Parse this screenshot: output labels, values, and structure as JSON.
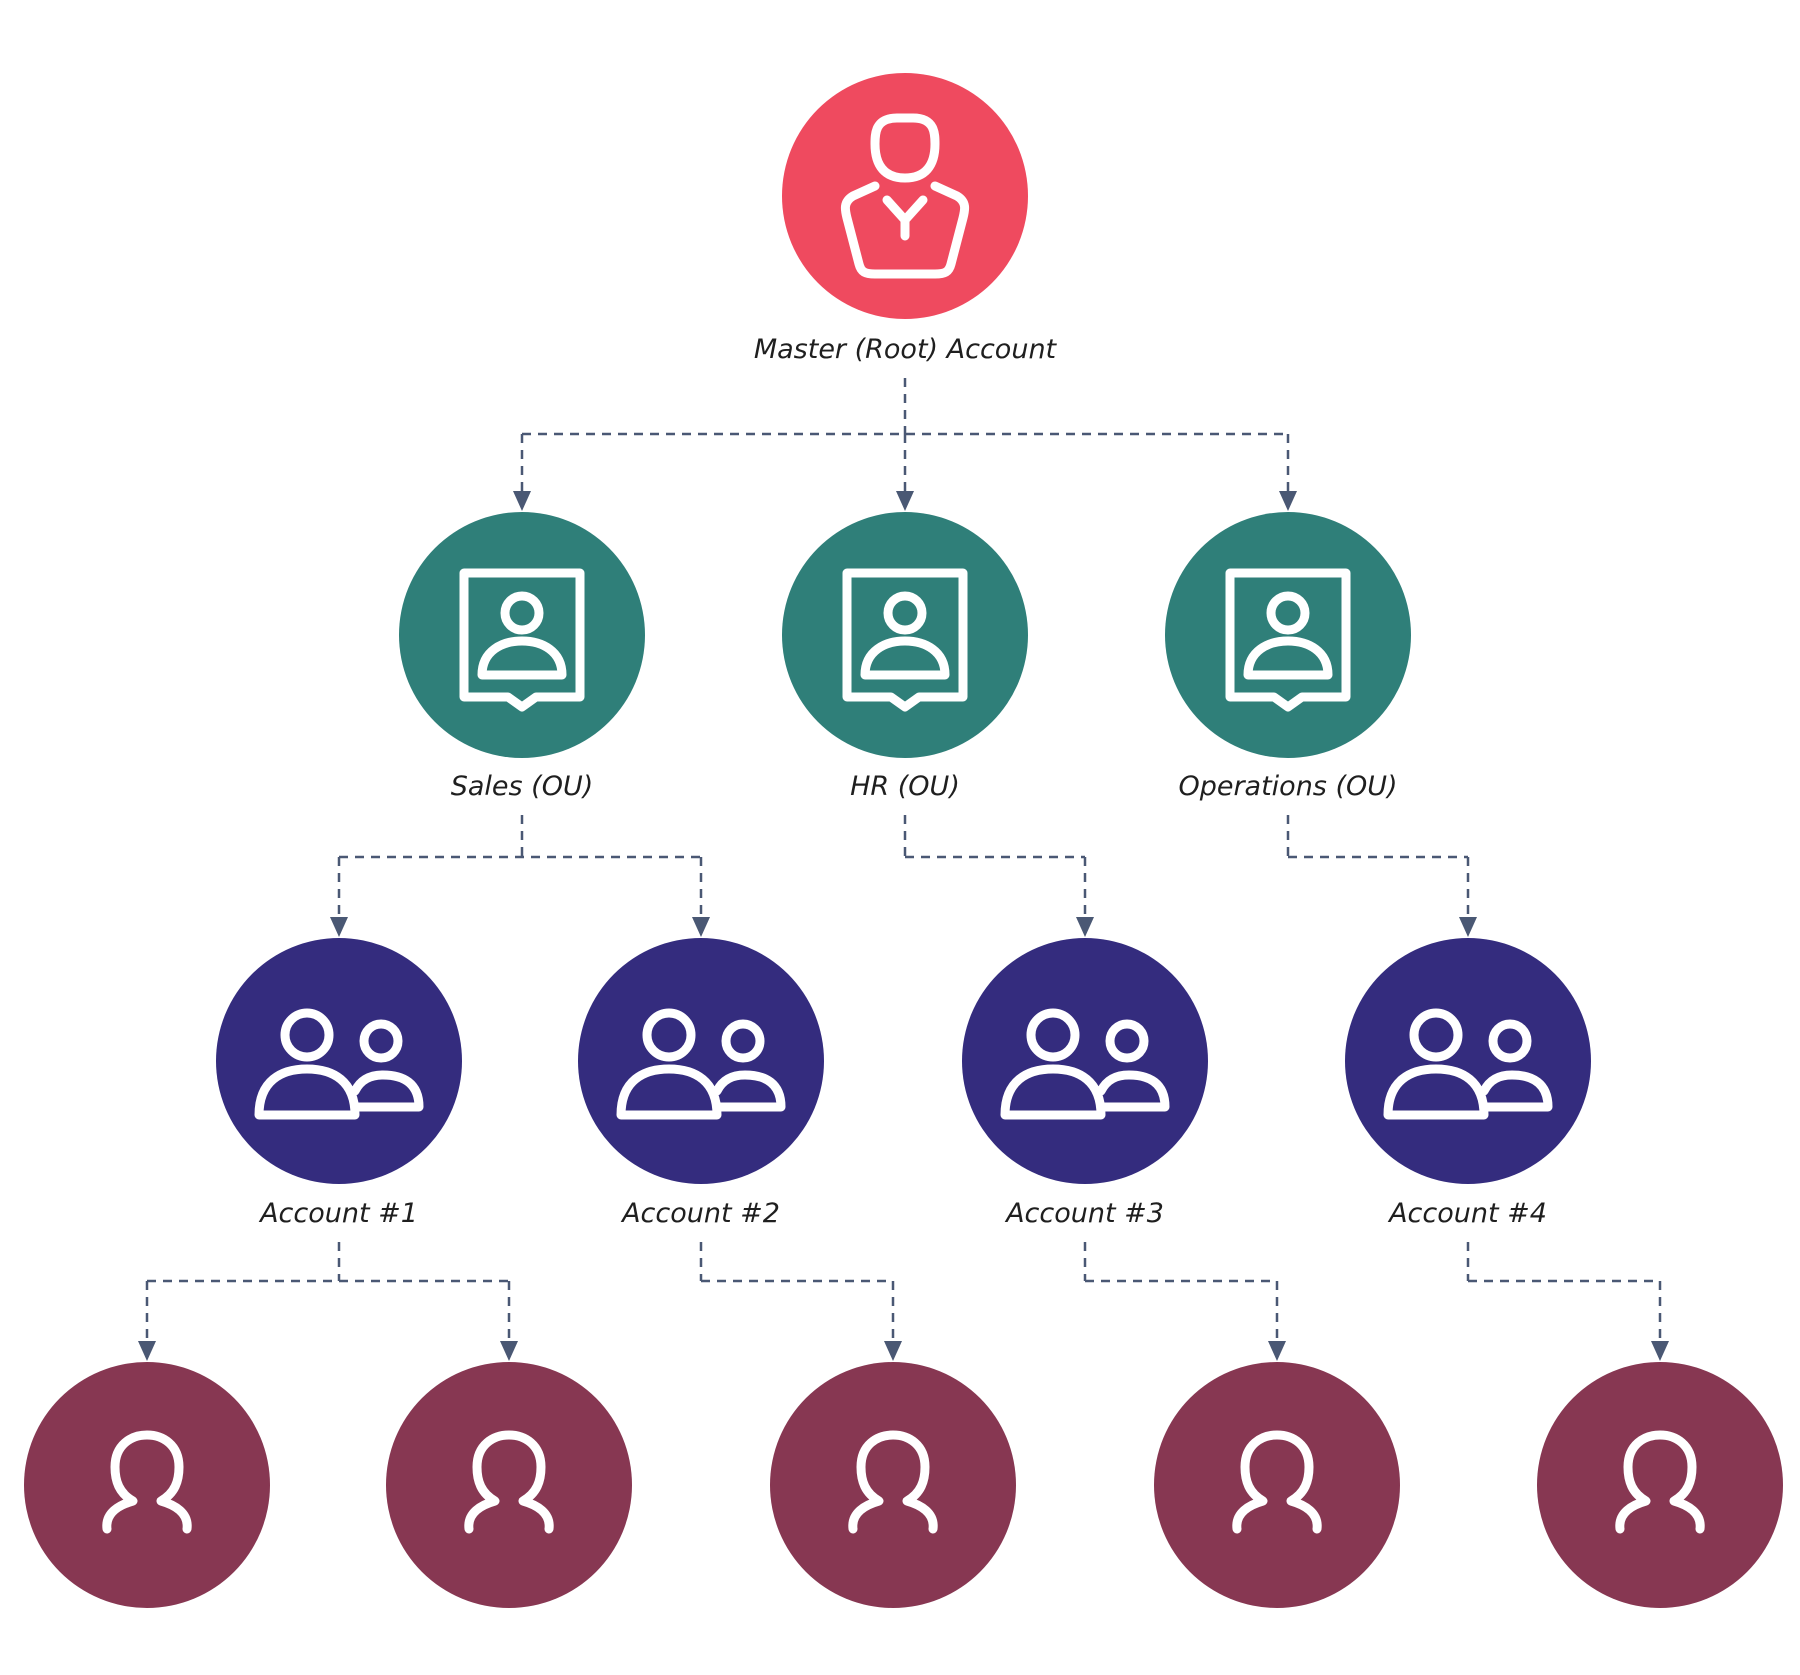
{
  "colors": {
    "root": "#ef4a5f",
    "ou": "#2f7f79",
    "account": "#342c7e",
    "user": "#873752",
    "connector": "#4a5874",
    "icon": "#ffffff"
  },
  "root": {
    "label": "Master (Root) Account",
    "icon": "user-tie-icon"
  },
  "ous": [
    {
      "label": "Sales (OU)",
      "icon": "contact-card-icon"
    },
    {
      "label": "HR (OU)",
      "icon": "contact-card-icon"
    },
    {
      "label": "Operations (OU)",
      "icon": "contact-card-icon"
    }
  ],
  "accounts": [
    {
      "label": "Account #1",
      "icon": "user-group-icon"
    },
    {
      "label": "Account #2",
      "icon": "user-group-icon"
    },
    {
      "label": "Account #3",
      "icon": "user-group-icon"
    },
    {
      "label": "Account #4",
      "icon": "user-group-icon"
    }
  ],
  "users": [
    {
      "icon": "user-icon"
    },
    {
      "icon": "user-icon"
    },
    {
      "icon": "user-icon"
    },
    {
      "icon": "user-icon"
    },
    {
      "icon": "user-icon"
    }
  ]
}
